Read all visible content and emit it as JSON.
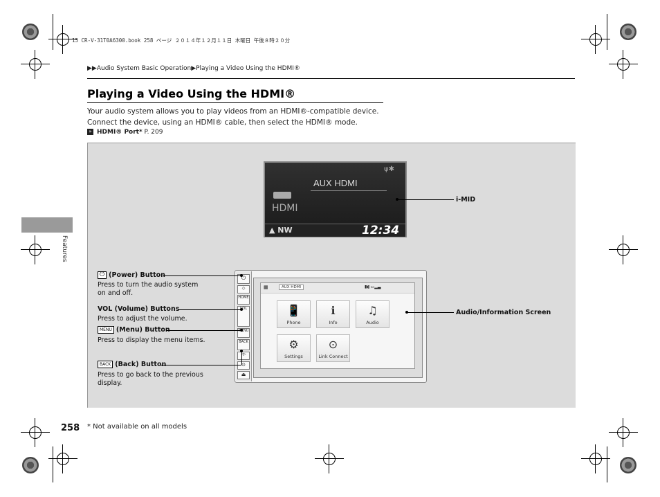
{
  "print_header": "15 CR-V-31T0A6300.book  258 ページ  ２０１４年１２月１１日  木曜日  午後８時２０分",
  "breadcrumb": {
    "arrows": "▶▶",
    "section": "Audio System Basic Operation",
    "sep": "▶",
    "page": "Playing a Video Using the HDMI®"
  },
  "title": "Playing a Video Using the HDMI®",
  "intro": {
    "line1": "Your audio system allows you to play videos from an HDMI®-compatible device.",
    "line2": "Connect the device, using an HDMI® cable, then select the HDMI® mode."
  },
  "xref": {
    "label": "HDMI® Port*",
    "page": "P. 209"
  },
  "side_tab_label": "Features",
  "imid": {
    "source": "AUX HDMI",
    "mode": "HDMI",
    "compass": "NW",
    "time": "12:34",
    "icons": "ψ✱"
  },
  "screen": {
    "tab": "AUX HDMI",
    "tiles": [
      {
        "icon": "phone-icon",
        "glyph": "📱",
        "label": "Phone"
      },
      {
        "icon": "info-icon",
        "glyph": "ℹ",
        "label": "Info"
      },
      {
        "icon": "music-note-icon",
        "glyph": "♫",
        "label": "Audio"
      },
      {
        "icon": "gear-icon",
        "glyph": "⚙",
        "label": "Settings"
      },
      {
        "icon": "link-icon",
        "glyph": "⊙",
        "label": "Link Connect"
      }
    ]
  },
  "unit_buttons": [
    "⏻",
    "◇",
    "HOME",
    "VOL",
    "MENU",
    "BACK",
    "◁▷",
    "⊙",
    "⏏"
  ],
  "callouts": {
    "imid": "i-MID",
    "screen": "Audio/Information Screen",
    "power_title": "(Power) Button",
    "power_desc1": "Press to turn the audio system",
    "power_desc2": "on and off.",
    "vol_title": "VOL (Volume) Buttons",
    "vol_desc": "Press to adjust the volume.",
    "menu_title": "(Menu) Button",
    "menu_desc": "Press to display the menu items.",
    "menu_key": "MENU",
    "back_title": "(Back) Button",
    "back_desc1": "Press to go back to the previous",
    "back_desc2": "display.",
    "back_key": "BACK"
  },
  "page_number": "258",
  "footnote": "* Not available on all models"
}
